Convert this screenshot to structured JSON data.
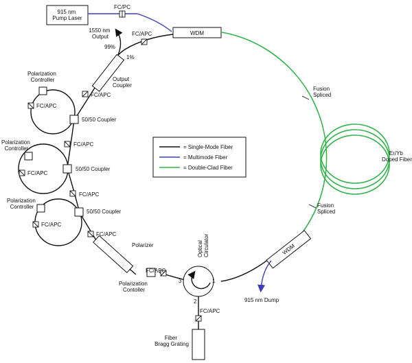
{
  "components": {
    "pump_laser": "915 nm\nPump Laser",
    "fcpc": "FC/PC",
    "wdm_top": "WDM",
    "wdm_bottom": "WDM",
    "output": "1550 nm\nOutput",
    "pct99": "99%",
    "pct1": "1%",
    "fcapc_top": "FC/APC",
    "output_coupler": "Output\nCoupler",
    "pol_controller_1": "Polarization\nController",
    "fcapc_loop1_left": "FC/APC",
    "fcapc_loop1_right": "FC/APC",
    "coupler_1": "50/50 Coupler",
    "fcapc_mid1": "FC/APC",
    "pol_controller_2": "Polarization\nController",
    "fcapc_loop2": "FC/APC",
    "coupler_2": "50/50 Coupler",
    "fcapc_mid2": "FC/APC",
    "pol_controller_3": "Polarization\nController",
    "fcapc_loop3": "FC/APC",
    "coupler_3": "50/50 Coupler",
    "fcapc_pol": "FC/APC",
    "polarizer": "Polarizer",
    "pol_contoller_bottom": "Polarization\nContoller",
    "fcapc_circ": "FC/APC",
    "circulator": "Optical\nCirculator",
    "port1": "1",
    "port2": "2",
    "port3": "3",
    "fcapc_fbg": "FC/APC",
    "fbg": "Fiber\nBragg Grating",
    "dump": "915 nm Dump",
    "fusion_top": "Fusion\nSpliced",
    "fusion_bottom": "Fusion\nSpliced",
    "gain_fiber": "Er/Yb\nDoped Fiber"
  },
  "legend": {
    "single_mode": "= Single-Mode Fiber",
    "multimode": "= Multimode Fiber",
    "double_clad": "= Double-Clad Fiber"
  },
  "colors": {
    "single_mode": "#111111",
    "multimode": "#3b3fb0",
    "double_clad": "#2fb34a"
  }
}
